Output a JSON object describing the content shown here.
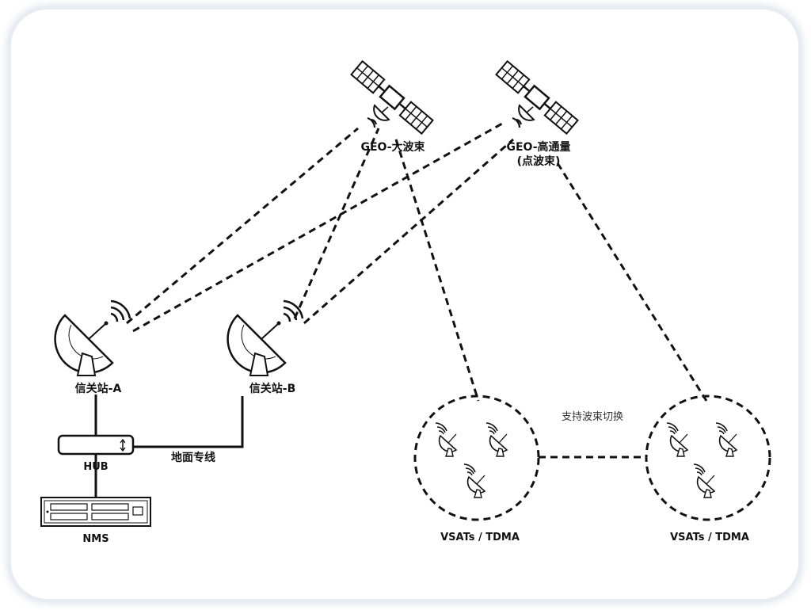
{
  "satellites": {
    "geo_wide": {
      "label": "GEO-大波束"
    },
    "geo_hts": {
      "label_line1": "GEO-高通量",
      "label_line2": "(点波束)"
    }
  },
  "gateways": {
    "a": {
      "label": "信关站-A"
    },
    "b": {
      "label": "信关站-B"
    }
  },
  "hub": {
    "label": "HUB"
  },
  "nms": {
    "label": "NMS"
  },
  "ground_link": {
    "label": "地面专线"
  },
  "vsat_groups": {
    "left": {
      "label": "VSATs / TDMA"
    },
    "right": {
      "label": "VSATs / TDMA"
    }
  },
  "beam_switch": {
    "label": "支持波束切换"
  }
}
